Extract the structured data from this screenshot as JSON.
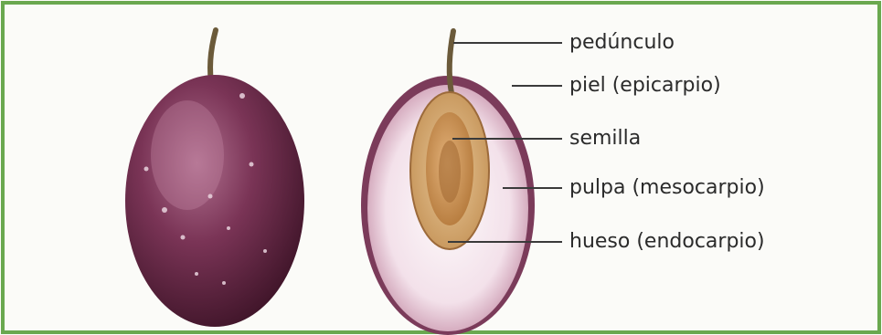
{
  "colors": {
    "frame_border": "#6aa84f",
    "background": "#fbfbf8",
    "skin": "#6e2a4a",
    "flesh": "#f7eef3",
    "stone": "#d9b37d",
    "seed": "#c98d45",
    "leader_line": "#3a3a3a"
  },
  "labels": {
    "peduncle": "pedúnculo",
    "skin": "piel (epicarpio)",
    "seed": "semilla",
    "pulp": "pulpa (mesocarpio)",
    "stone": "hueso (endocarpio)"
  }
}
